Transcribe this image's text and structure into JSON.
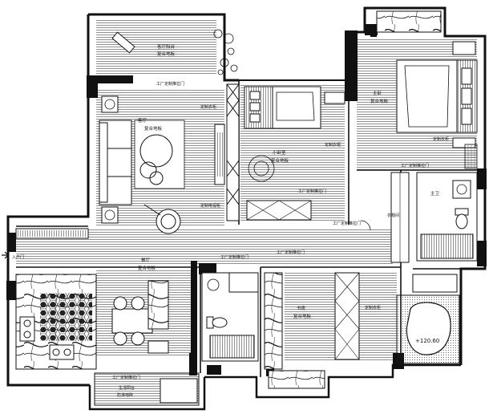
{
  "plan": {
    "labels": {
      "living_room_name": "客厅",
      "living_room_floor": "复合地板",
      "balcony_top_name": "客厅阳台",
      "balcony_top_floor": "复合地板",
      "small_bedroom_name": "小卧室",
      "small_bedroom_floor": "复合地板",
      "master_bedroom_name": "主卧",
      "master_bedroom_floor": "复合地板",
      "dining_name": "餐厅",
      "dining_floor": "复合地板",
      "study_name": "书房",
      "study_floor": "复合地板",
      "master_bath": "主卫",
      "dressing_room": "衣帽间",
      "area_note": "+120.60",
      "door_factory_1": "工厂定制推拉门",
      "door_factory_2": "工厂定制推拉门",
      "door_factory_3": "工厂定制推拉门",
      "door_factory_4": "工厂定制推拉门",
      "door_factory_5": "工厂定制推拉门",
      "door_factory_6": "工厂定制推拉门",
      "door_factory_7": "工厂定制推拉门",
      "wardrobe_1": "定制衣柜",
      "wardrobe_2": "定制衣柜",
      "wardrobe_3": "定制衣柜",
      "wardrobe_4": "定制衣柜",
      "tv_cabinet": "定制电视柜",
      "entry_left": "入户门",
      "balcony_bottom_name": "生活阳台",
      "balcony_bottom_floor": "防滑地砖"
    }
  }
}
